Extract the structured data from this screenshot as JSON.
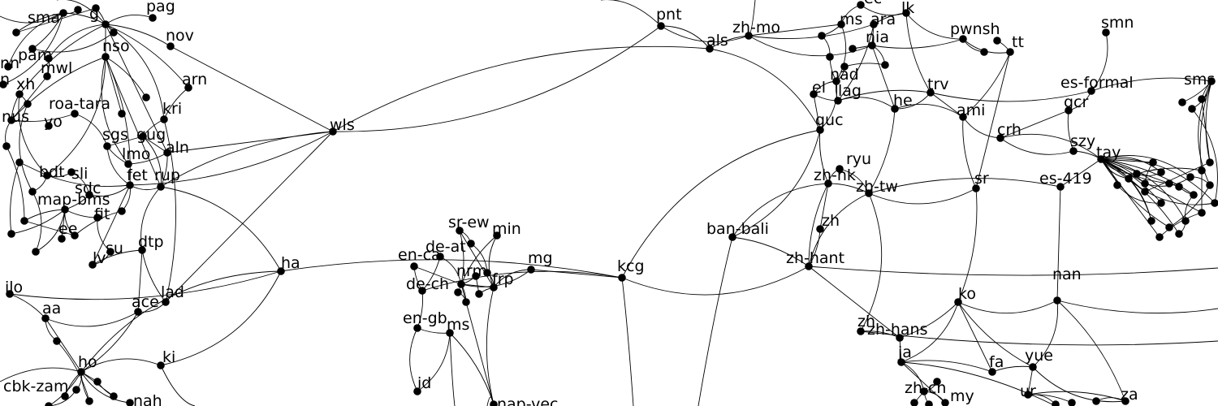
{
  "graph": {
    "labels": {
      "pag": "pag",
      "sma": "sma",
      "g": "g",
      "nov": "nov",
      "nso": "nso",
      "pam": "pam",
      "mwl": "mwl",
      "nn": "nn",
      "n": "n",
      "xh": "xh",
      "arn": "arn",
      "roa_tara": "roa-tara",
      "nus": "nus",
      "yo": "yo",
      "kri": "kri",
      "sgs": "sgs",
      "gug": "gug",
      "lmo": "lmo",
      "aln": "aln",
      "wls": "wls",
      "bdt": "bdt",
      "sli": "sli",
      "fet": "fet",
      "rup": "rup",
      "sdc": "sdc",
      "map_bms": "map-bms",
      "fit": "fit",
      "ee": "ee",
      "su": "su",
      "lv": "lv",
      "dtp": "dtp",
      "ha": "ha",
      "ilo": "ilo",
      "aa": "aa",
      "ace": "ace",
      "lad": "lad",
      "ki": "ki",
      "ho": "ho",
      "cbk_zam": "cbk-zam",
      "nah": "nah",
      "sr_ew": "sr-ew",
      "min": "min",
      "de_at": "de-at",
      "en_ca": "en-ca",
      "mg": "mg",
      "de_ch": "de-ch",
      "nrm": "nrm",
      "frp": "frp",
      "en_gb": "en-gb",
      "ms_b": "ms",
      "id": "id",
      "nap_vec": "nap-vec",
      "kcg": "kcg",
      "pnt": "pnt",
      "als": "als",
      "zh_mo": "zh-mo",
      "ec": "ec",
      "ms_t": "ms",
      "ara": "ara",
      "lk": "lk",
      "nia": "nia",
      "pwnsh": "pwnsh",
      "tt": "tt",
      "smn": "smn",
      "el": "el",
      "nad": "nad",
      "lag": "lag",
      "trv": "trv",
      "he": "he",
      "es_formal": "es-formal",
      "sms": "sms",
      "gcr": "gcr",
      "ami": "ami",
      "guc": "guc",
      "crh": "crh",
      "szy": "szy",
      "tay": "tay",
      "ryu": "ryu",
      "zh_hk": "zh-hk",
      "sr": "sr",
      "zh_tw": "zh-tw",
      "es_419": "es-419",
      "ban_bali": "ban-bali",
      "zh": "zh",
      "zh_hant": "zh-hant",
      "nan": "nan",
      "ko": "ko",
      "zh_b": "zh",
      "zh_hans": "zh-hans",
      "ja": "ja",
      "fa": "fa",
      "yue": "yue",
      "zh_cn": "zh-cn",
      "my": "my",
      "ur": "ur",
      "za": "za"
    }
  }
}
